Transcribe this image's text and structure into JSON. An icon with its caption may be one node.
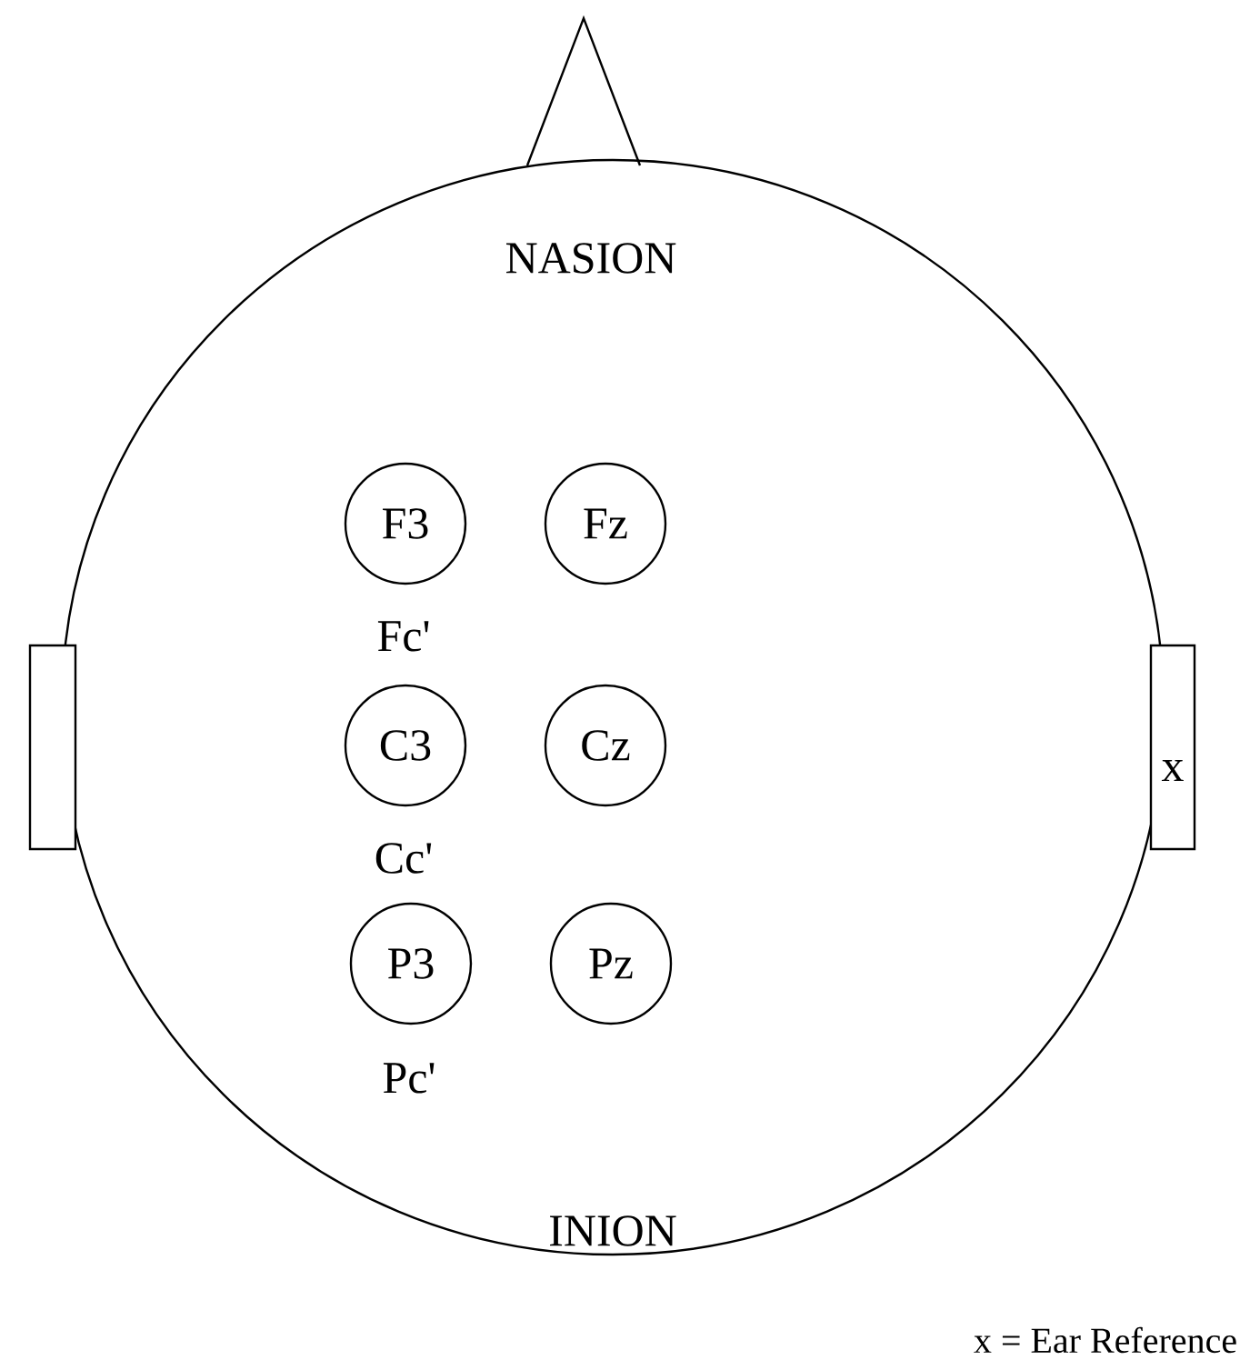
{
  "diagram": {
    "nodes": [
      {
        "text": [
          "NASION",
          "INION"
        ]
      },
      {
        "text": [],
        "shape": "box"
      },
      {
        "text": [
          "F3"
        ],
        "in": 0
      },
      {
        "text": [
          "Fz"
        ],
        "in": 0
      },
      {
        "text": [
          "C3"
        ],
        "in": 0
      },
      {
        "text": [
          "Cz"
        ],
        "in": 0
      },
      {
        "text": [
          "P3"
        ],
        "in": 0
      },
      {
        "text": [
          "Pz"
        ],
        "in": 0
      },
      {
        "text": [
          "x"
        ]
      }
    ],
    "labels": [
      "Fc'",
      "Cc'",
      "Pc'",
      "x = Ear Reference"
    ]
  }
}
